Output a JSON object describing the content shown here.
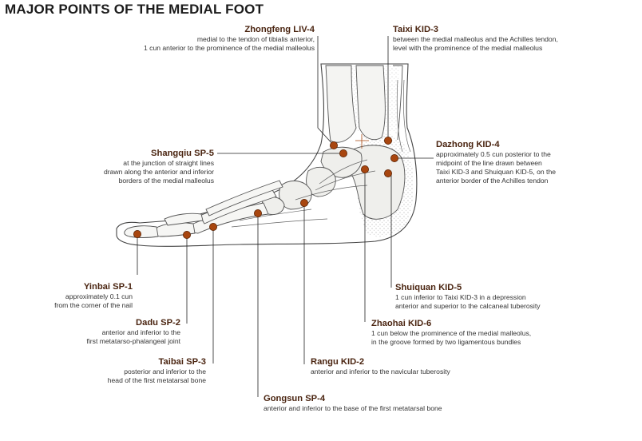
{
  "title": "MAJOR POINTS OF THE MEDIAL FOOT",
  "colors": {
    "point": "#a8460f",
    "line": "#222222",
    "bone": "#555555"
  },
  "points": [
    {
      "id": "zhongfeng",
      "name": "Zhongfeng LIV-4",
      "desc": [
        "medial to the tendon of tibialis anterior,",
        "1 cun anterior to the prominence of the medial malleolus"
      ]
    },
    {
      "id": "taixi",
      "name": "Taixi KID-3",
      "desc": [
        "between the medial malleolus and the Achilles tendon,",
        "level with the prominence of the medial malleolus"
      ]
    },
    {
      "id": "shangqiu",
      "name": "Shangqiu SP-5",
      "desc": [
        "at the junction of straight lines",
        "drawn along the anterior and inferior",
        "borders of the medial malleolus"
      ]
    },
    {
      "id": "dazhong",
      "name": "Dazhong KID-4",
      "desc": [
        "approximately 0.5 cun posterior to the",
        "midpoint of the line drawn between",
        "Taixi KID-3 and Shuiquan KID-5, on the",
        "anterior border of the Achilles tendon"
      ]
    },
    {
      "id": "yinbai",
      "name": "Yinbai SP-1",
      "desc": [
        "approximately 0.1 cun",
        "from the corner of the nail"
      ]
    },
    {
      "id": "shuiquan",
      "name": "Shuiquan KID-5",
      "desc": [
        "1 cun inferior to Taixi KID-3 in a depression",
        "anterior and superior to the calcaneal tuberosity"
      ]
    },
    {
      "id": "dadu",
      "name": "Dadu SP-2",
      "desc": [
        "anterior and inferior to the",
        "first metatarso-phalangeal joint"
      ]
    },
    {
      "id": "zhaohai",
      "name": "Zhaohai KID-6",
      "desc": [
        "1 cun below the prominence of the medial malleolus,",
        "in the groove formed by two ligamentous bundles"
      ]
    },
    {
      "id": "taibai",
      "name": "Taibai SP-3",
      "desc": [
        "posterior and inferior to the",
        "head of the first metatarsal bone"
      ]
    },
    {
      "id": "rangu",
      "name": "Rangu KID-2",
      "desc": [
        "anterior and inferior to the navicular tuberosity"
      ]
    },
    {
      "id": "gongsun",
      "name": "Gongsun SP-4",
      "desc": [
        "anterior and inferior to the base of the first metatarsal bone"
      ]
    }
  ]
}
